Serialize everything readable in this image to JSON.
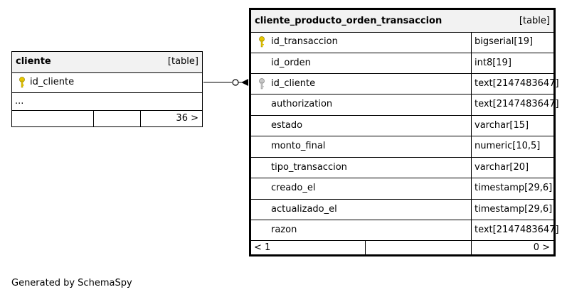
{
  "tables": {
    "cliente": {
      "name": "cliente",
      "kind": "[table]",
      "columns": [
        {
          "name": "id_cliente",
          "key": "primary"
        }
      ],
      "ellipsis": "...",
      "footer": {
        "left": "",
        "middle": "",
        "right": "36 >"
      }
    },
    "transaccion": {
      "name": "cliente_producto_orden_transaccion",
      "kind": "[table]",
      "columns": [
        {
          "name": "id_transaccion",
          "type": "bigserial[19]",
          "key": "primary"
        },
        {
          "name": "id_orden",
          "type": "int8[19]",
          "key": ""
        },
        {
          "name": "id_cliente",
          "type": "text[2147483647]",
          "key": "foreign"
        },
        {
          "name": "authorization",
          "type": "text[2147483647]",
          "key": ""
        },
        {
          "name": "estado",
          "type": "varchar[15]",
          "key": ""
        },
        {
          "name": "monto_final",
          "type": "numeric[10,5]",
          "key": ""
        },
        {
          "name": "tipo_transaccion",
          "type": "varchar[20]",
          "key": ""
        },
        {
          "name": "creado_el",
          "type": "timestamp[29,6]",
          "key": ""
        },
        {
          "name": "actualizado_el",
          "type": "timestamp[29,6]",
          "key": ""
        },
        {
          "name": "razon",
          "type": "text[2147483647]",
          "key": ""
        }
      ],
      "footer": {
        "left": "< 1",
        "middle": "",
        "right": "0 >"
      }
    }
  },
  "colors": {
    "primary_key": "#e8c800",
    "foreign_key": "#b0b0b0",
    "header_bg": "#f2f2f2"
  },
  "footer_text": "Generated by SchemaSpy"
}
